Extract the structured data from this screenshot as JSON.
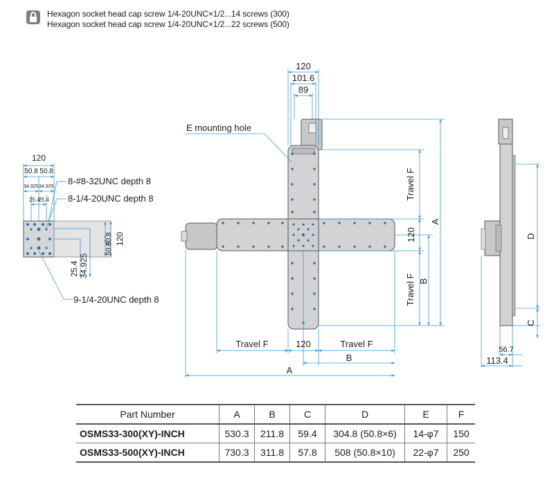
{
  "notes": [
    "Hexagon socket head cap screw 1/4-20UNC×1/2...14 screws (300)",
    "Hexagon socket head cap screw 1/4-20UNC×1/2...22 screws (500)"
  ],
  "colors": {
    "dim": "#3a96d2",
    "stage": "#d3d3d3",
    "dark": "#555555",
    "hole": "#2f6fb0"
  },
  "detail": {
    "dims": {
      "w120": "120",
      "w508a": "50.8",
      "w508b": "50.8",
      "w34a": "34.925",
      "w34b": "34.925",
      "w254a": "25.4",
      "w254b": "25.4",
      "v508a": "50.8",
      "v508b": "50.8",
      "v120": "120",
      "v254": "25.4",
      "v34": "34.925"
    },
    "callouts": {
      "c1": "8-#8-32UNC depth 8",
      "c2": "8-1/4-20UNC depth 8",
      "c3": "9-1/4-20UNC depth 8"
    }
  },
  "top": {
    "d120": "120",
    "d1016": "101.6",
    "d89": "89",
    "mounting": "E mounting hole",
    "travel_y_top": "Travel F",
    "travel_y_bot": "Travel F",
    "A_vert": "A",
    "B_vert": "B",
    "v120": "120",
    "travel_x_left": "Travel F",
    "h120": "120",
    "travel_x_right": "Travel F",
    "B_horiz": "B",
    "A_horiz": "A"
  },
  "side": {
    "D": "D",
    "C": "C",
    "d567": "56.7",
    "d1134": "113.4"
  },
  "table": {
    "headers": [
      "Part Number",
      "A",
      "B",
      "C",
      "D",
      "E",
      "F"
    ],
    "rows": [
      {
        "part": "OSMS33-300(XY)-INCH",
        "A": "530.3",
        "B": "211.8",
        "C": "59.4",
        "D": "304.8 (50.8×6)",
        "E": "14-φ7",
        "F": "150"
      },
      {
        "part": "OSMS33-500(XY)-INCH",
        "A": "730.3",
        "B": "311.8",
        "C": "57.8",
        "D": "508 (50.8×10)",
        "E": "22-φ7",
        "F": "250"
      }
    ]
  }
}
